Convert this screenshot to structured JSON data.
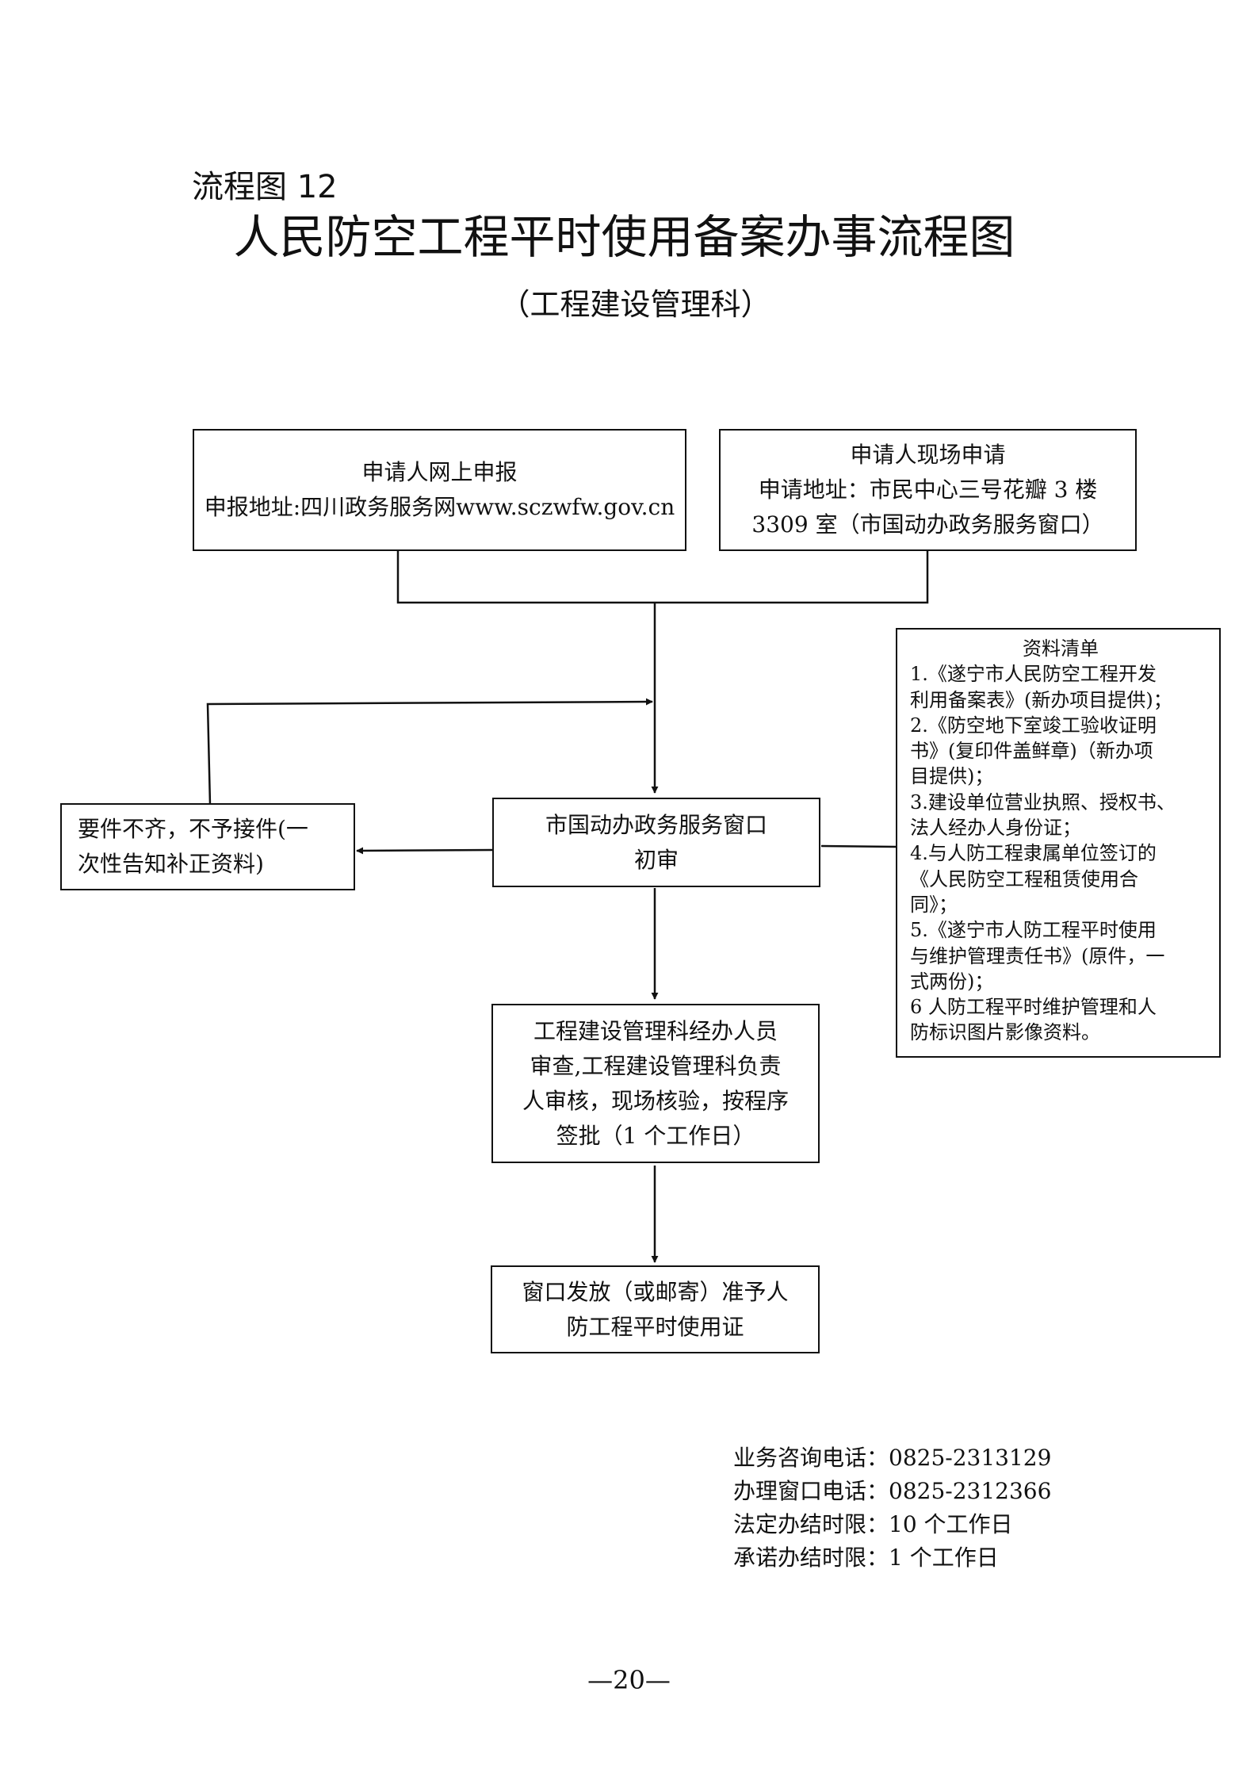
{
  "header": {
    "label": "流程图 12",
    "title": "人民防空工程平时使用备案办事流程图",
    "subtitle": "（工程建设管理科）"
  },
  "nodes": {
    "online": {
      "line1": "申请人网上申报",
      "line2": "申报地址:四川政务服务网www.sczwfw.gov.cn"
    },
    "onsite": {
      "line1": "申请人现场申请",
      "line2": "申请地址：市民中心三号花瓣 3 楼",
      "line3": "3309 室（市国动办政务服务窗口）"
    },
    "initial_review": {
      "line1": "市国动办政务服务窗口",
      "line2": "初审"
    },
    "incomplete": {
      "line1": "要件不齐，不予接件(一",
      "line2": "次性告知补正资料)"
    },
    "approval": {
      "line1": "工程建设管理科经办人员",
      "line2": "审查,工程建设管理科负责",
      "line3": "人审核，现场核验，按程序",
      "line4": "签批（1 个工作日）"
    },
    "issue": {
      "line1": "窗口发放（或邮寄）准予人",
      "line2": "防工程平时使用证"
    }
  },
  "materials": {
    "title": "资料清单",
    "lines": [
      "1.《遂宁市人民防空工程开发",
      "利用备案表》(新办项目提供)；",
      "2.《防空地下室竣工验收证明",
      "书》(复印件盖鲜章)（新办项",
      "目提供)；",
      "3.建设单位营业执照、授权书、",
      "法人经办人身份证；",
      "4.与人防工程隶属单位签订的",
      "《人民防空工程租赁使用合",
      "同》；",
      "5.《遂宁市人防工程平时使用",
      "与维护管理责任书》(原件，一",
      "式两份)；",
      "6 人防工程平时维护管理和人",
      "防标识图片影像资料。"
    ]
  },
  "contact": {
    "consult_phone": "业务咨询电话：0825-2313129",
    "window_phone": "办理窗口电话：0825-2312366",
    "legal_limit": "法定办结时限：10 个工作日",
    "promised_limit": "承诺办结时限：1 个工作日"
  },
  "footer": {
    "page_number": "—20—"
  }
}
